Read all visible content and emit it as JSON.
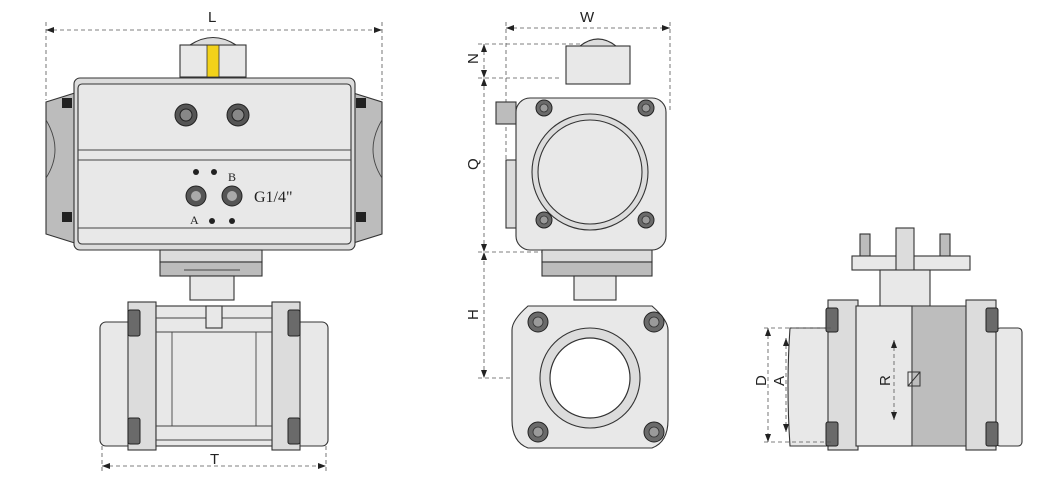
{
  "views": {
    "front": {
      "dim_top": "L",
      "dim_bottom": "T",
      "port_a": "A",
      "port_b": "B",
      "port_size": "G1/4\""
    },
    "side": {
      "dim_top": "W",
      "dim_n": "N",
      "dim_q": "Q",
      "dim_h": "H"
    },
    "section": {
      "dim_d": "D",
      "dim_a": "A",
      "dim_r": "R"
    }
  },
  "colors": {
    "indicator": "#f2d21a",
    "body": "#dcdcdc",
    "dim_line": "#555555"
  }
}
